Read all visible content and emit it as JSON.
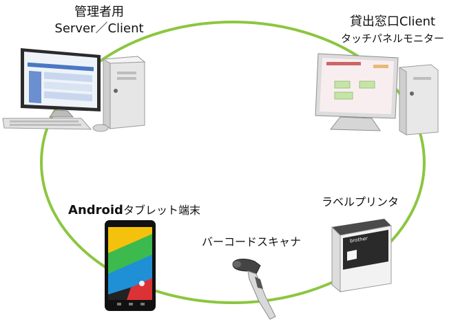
{
  "labels": {
    "admin_title": "管理者用",
    "admin_sub": "Server／Client",
    "counter_title": "貸出窓口Client",
    "counter_sub": "タッチパネルモニター",
    "tablet_bold": "Android",
    "tablet_rest": "タブレット端末",
    "scanner": "バーコードスキャナ",
    "printer": "ラベルプリンタ"
  },
  "printer_brand": "brother",
  "colors": {
    "ring": "#8cc63f",
    "screen_blue": "#4a78c2",
    "tower": "#e9e9e9"
  },
  "icons": [
    "desktop-pc",
    "touch-monitor-pc",
    "android-tablet",
    "barcode-scanner",
    "label-printer"
  ]
}
